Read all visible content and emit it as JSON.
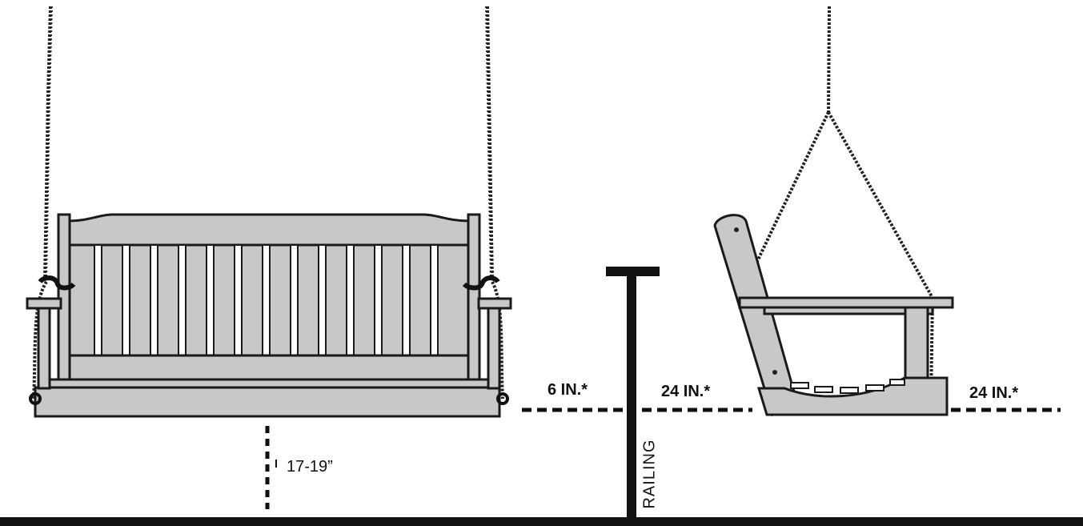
{
  "labels": {
    "side_clearance": "6 IN.*",
    "front_clearance": "24 IN.*",
    "back_clearance": "24 IN.*",
    "seat_height": "17-19”",
    "railing": "RAILING"
  },
  "colors": {
    "wood": "#c8c8c8",
    "outline": "#1a1a1a",
    "chain": "#222222",
    "floor": "#111111"
  }
}
